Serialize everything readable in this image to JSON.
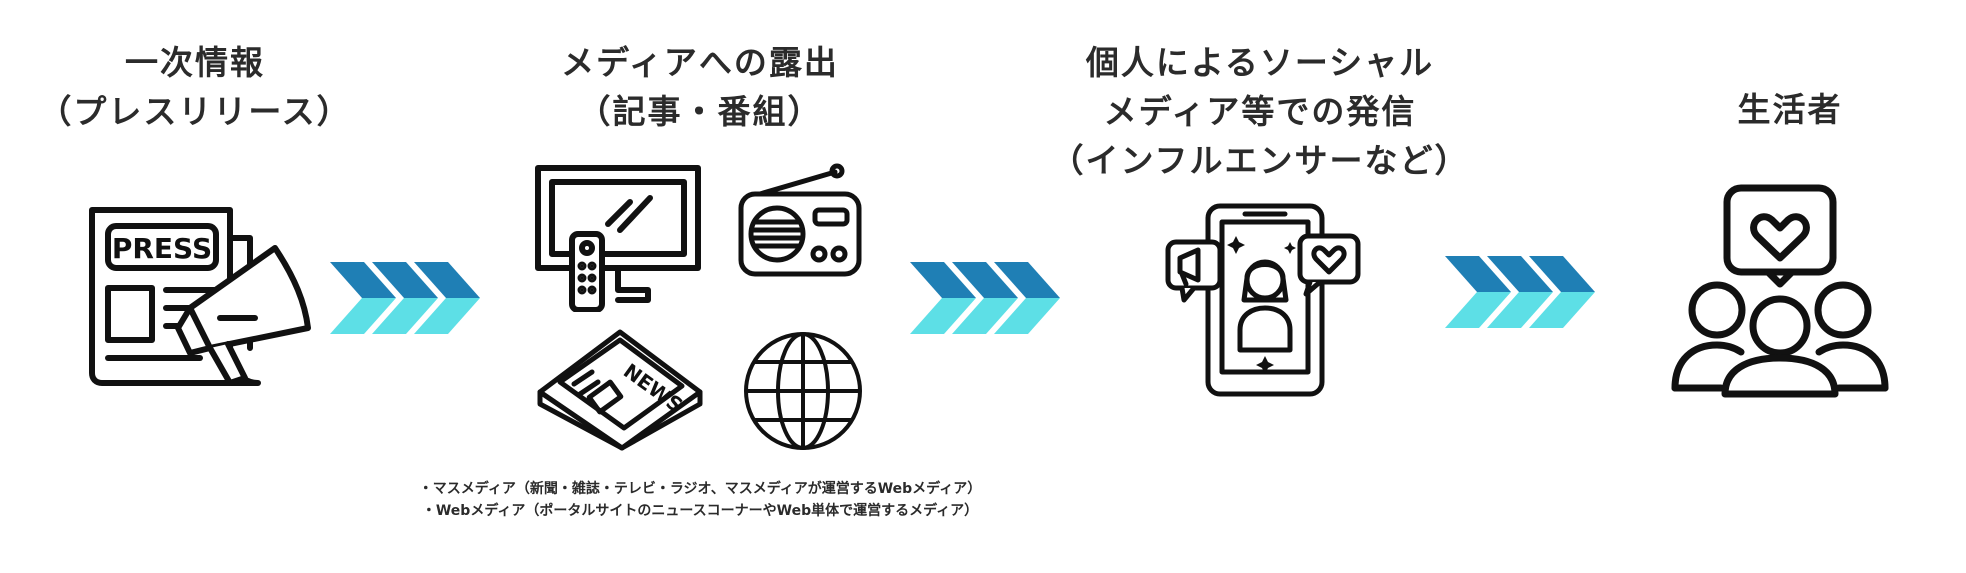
{
  "stages": [
    {
      "lines": [
        "一次情報",
        "（プレスリリース）"
      ]
    },
    {
      "lines": [
        "メディアへの露出",
        "（記事・番組）"
      ]
    },
    {
      "lines": [
        "個人によるソーシャル",
        "メディア等での発信",
        "（インフルエンサーなど）"
      ]
    },
    {
      "lines": [
        "生活者"
      ]
    }
  ],
  "press_icon_label": "PRESS",
  "newspaper_icon_label": "NEWS",
  "footnotes": [
    "・マスメディア（新聞・雑誌・テレビ・ラジオ、マスメディアが運営するWebメディア）",
    "・Webメディア（ポータルサイトのニュースコーナーやWeb単体で運営するメディア）"
  ],
  "colors": {
    "arrow_dark": "#1f7fb5",
    "arrow_light": "#5ddfe6",
    "icon_stroke": "#111111",
    "text": "#2b2b2b"
  }
}
